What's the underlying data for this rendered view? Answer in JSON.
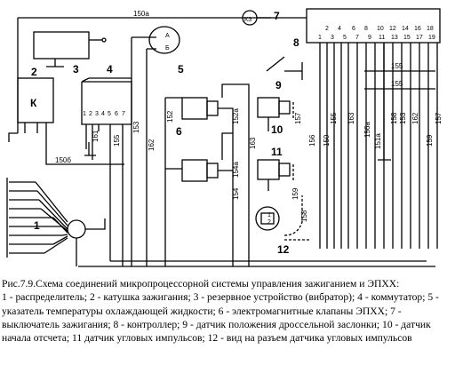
{
  "components": [
    {
      "num": "1",
      "label": "распределитель"
    },
    {
      "num": "2",
      "label": "катушка зажигания",
      "symbol": "К"
    },
    {
      "num": "3",
      "label": "резервное устройство (вибратор)"
    },
    {
      "num": "4",
      "label": "коммутатор",
      "pins": [
        "1",
        "2",
        "3",
        "4",
        "5",
        "6",
        "7"
      ]
    },
    {
      "num": "5",
      "label": "указатель температуры охлаждающей жидкости",
      "pins": [
        "А",
        "Б"
      ]
    },
    {
      "num": "6",
      "label": "электромагнитные клапаны ЭПХХ"
    },
    {
      "num": "7",
      "label": "выключатель зажигания",
      "symbol": "КЗ"
    },
    {
      "num": "8",
      "label": "контроллер",
      "pins_top": [
        "2",
        "4",
        "6",
        "8",
        "10",
        "12",
        "14",
        "16",
        "18"
      ],
      "pins_bottom": [
        "1",
        "3",
        "5",
        "7",
        "9",
        "11",
        "13",
        "15",
        "17",
        "19"
      ]
    },
    {
      "num": "9",
      "label": "датчик положения дроссельной заслонки"
    },
    {
      "num": "10",
      "label": "датчик начала отсчета"
    },
    {
      "num": "11",
      "label": "датчик угловых импульсов"
    },
    {
      "num": "12",
      "label": "вид на разъем датчика угловых импульсов",
      "pins": [
        "1",
        "2"
      ]
    }
  ],
  "wires": {
    "w150a": "150а",
    "w150b": "150б",
    "w161": "161",
    "w155a": "155",
    "w153": "153",
    "w162a": "162",
    "w152": "152",
    "w152a": "152а",
    "w154a": "154а",
    "w154": "154",
    "w163a": "163",
    "w157a": "157",
    "w156": "156",
    "w150": "150",
    "w155b": "155",
    "w163b": "163",
    "w156a": "156а",
    "w158": "158",
    "w151a": "151а",
    "w162b": "162",
    "w153b": "153",
    "w159": "159",
    "w157b": "157",
    "w155c": "155",
    "w155d": "155",
    "w159b": "159",
    "w158b": "158"
  },
  "caption": {
    "title": "Рис.7.9.Схема соединений микропроцессорной системы управления зажиганием и ЭПХХ:",
    "legend": "1 - распределитель; 2 - катушка зажигания; 3 - резервное устройство (вибратор); 4 - коммутатор; 5 - указатель температуры охлаждающей жидкости; 6 - электромагнитные клапаны ЭПХХ; 7 - выключатель зажигания; 8 - контроллер; 9 - датчик положения дроссельной заслонки; 10 - датчик начала отсчета; 11 датчик угловых импульсов; 12 - вид на разъем датчика угловых импульсов"
  }
}
